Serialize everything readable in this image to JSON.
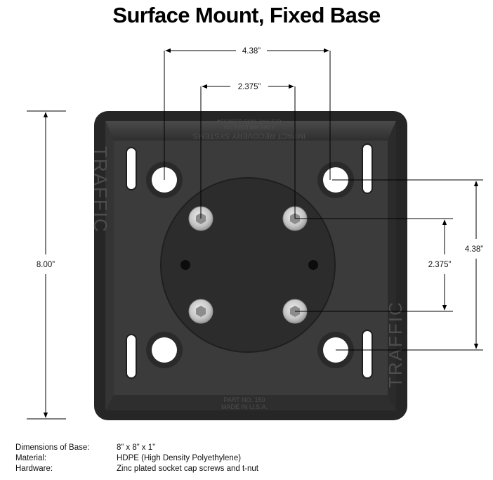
{
  "title": "Surface Mount, Fixed Base",
  "dimensions": {
    "top_outer": "4.38”",
    "top_inner": "2.375”",
    "left_height": "8.00”",
    "right_inner": "2.375”",
    "right_outer": "4.38”"
  },
  "embossed": {
    "brand_left": "TRAFFIC",
    "brand_right": "TRAFFIC",
    "company": "IMPACT RECOVERY SYSTEMS",
    "patents_line1": "U.S. PAT. NOS 6,138,914",
    "patents_line2": "4,986,688 D334,744",
    "part_no": "PART NO.    150",
    "made_in": "MADE IN U.S.A."
  },
  "specs": [
    {
      "label": "Dimensions of Base:",
      "value": "8” x 8” x 1”"
    },
    {
      "label": "Material:",
      "value": "HDPE (High Density Polyethylene)"
    },
    {
      "label": "Hardware:",
      "value": "Zinc plated socket cap screws and t-nut"
    }
  ],
  "colors": {
    "base_dark": "#2a2a2a",
    "base_face": "#3b3b3b",
    "disc": "#2c2c2c",
    "screw": "#cfcfcf"
  }
}
